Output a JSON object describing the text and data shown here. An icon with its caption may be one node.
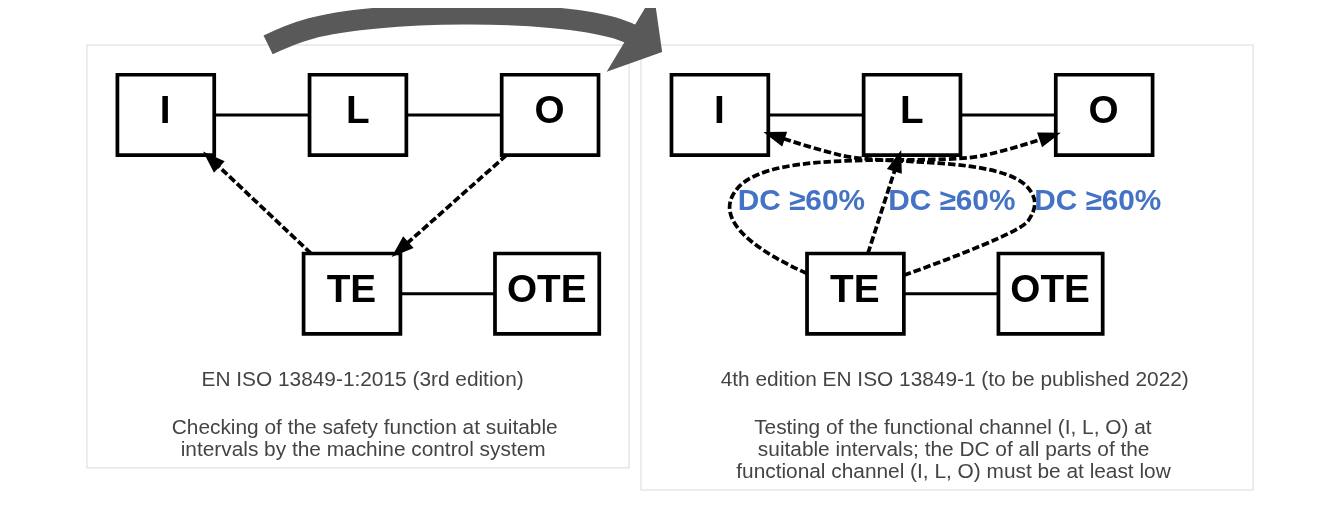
{
  "diagram": {
    "nodes": [
      {
        "text": [
          "EN ISO 13849-1:2015 (3rd edition)",
          "Checking of the safety function at suitable intervals by the machine control system"
        ]
      },
      {
        "text": [
          "I"
        ],
        "in": 0
      },
      {
        "text": [
          "L"
        ],
        "in": 0
      },
      {
        "text": [
          "O"
        ],
        "in": 0
      },
      {
        "text": [
          "TE"
        ],
        "in": 0
      },
      {
        "text": [
          "OTE"
        ],
        "in": 0
      },
      {
        "text": [
          "4th edition EN ISO 13849-1 (to be published 2022)",
          "Testing of the functional channel (I, L, O) at suitable intervals; the DC of all parts of the functional channel (I, L, O) must be at least low"
        ]
      },
      {
        "text": [
          "I"
        ],
        "in": 6
      },
      {
        "text": [
          "L"
        ],
        "in": 6
      },
      {
        "text": [
          "O"
        ],
        "in": 6
      },
      {
        "text": [
          "TE"
        ],
        "in": 6
      },
      {
        "text": [
          "OTE"
        ],
        "in": 6
      }
    ],
    "edges": [
      {
        "from": 1,
        "to": 2,
        "arrow": "none"
      },
      {
        "from": 2,
        "to": 3,
        "arrow": "none"
      },
      {
        "from": 4,
        "to": 1,
        "arrow": "to",
        "style": "dashed"
      },
      {
        "from": 3,
        "to": 4,
        "arrow": "to",
        "style": "dashed"
      },
      {
        "from": 4,
        "to": 5,
        "arrow": "none"
      },
      {
        "from": 0,
        "to": 6,
        "arrow": "to",
        "style": "thick",
        "color": "#595959"
      },
      {
        "from": 7,
        "to": 8,
        "arrow": "none"
      },
      {
        "from": 8,
        "to": 9,
        "arrow": "none"
      },
      {
        "from": 10,
        "to": 7,
        "arrow": "to",
        "style": "dashed",
        "label": "DC ≥60%"
      },
      {
        "from": 10,
        "to": 8,
        "arrow": "to",
        "style": "dashed",
        "label": "DC ≥60%"
      },
      {
        "from": 10,
        "to": 9,
        "arrow": "to",
        "style": "dashed",
        "label": "DC ≥60%"
      },
      {
        "from": 10,
        "to": 11,
        "arrow": "none"
      }
    ]
  }
}
